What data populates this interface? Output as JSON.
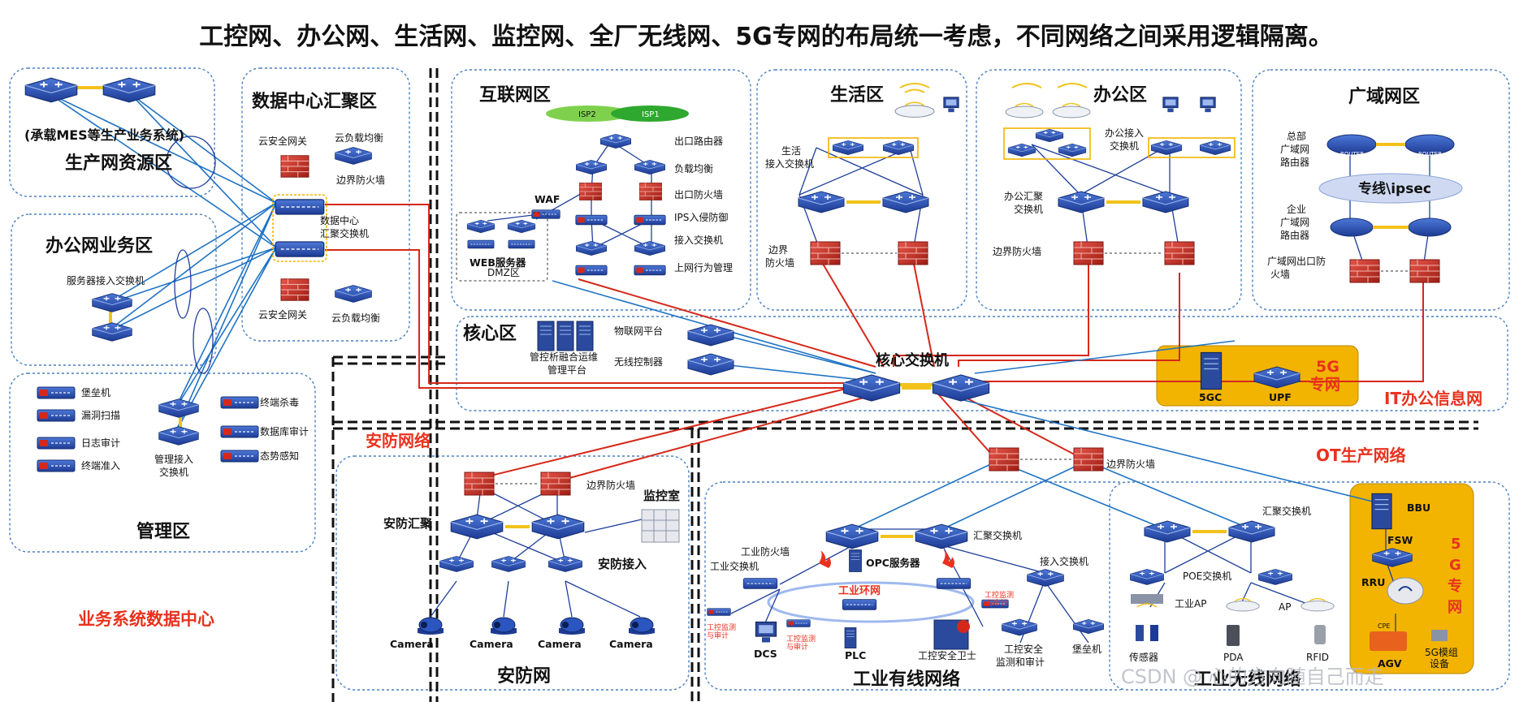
{
  "title": "工控网、办公网、生活网、监控网、全厂无线网、5G专网的布局统一考虑，不同网络之间采用逻辑隔离。",
  "zones": {
    "production_resource": {
      "title": "生产网资源区",
      "subtitle": "(承载MES等生产业务系统)"
    },
    "office_business": {
      "title": "办公网业务区",
      "server_switch": "服务器接入交换机"
    },
    "management": {
      "title": "管理区",
      "items": [
        "堡垒机",
        "漏洞扫描",
        "日志审计",
        "终端准入"
      ],
      "items2": [
        "终端杀毒",
        "数据库审计",
        "态势感知"
      ],
      "mgmt_switch": [
        "管理接入",
        "交换机"
      ]
    },
    "datacenter": {
      "title": "数据中心汇聚区",
      "cloud_gw1": "云安全网关",
      "cloud_lb1": "云负载均衡",
      "border_fw": "边界防火墙",
      "core_sw": [
        "数据中心",
        "汇聚交换机"
      ],
      "cloud_gw2": "云安全网关",
      "cloud_lb2": "云负载均衡"
    },
    "bottom_label": "业务系统数据中心",
    "internet": {
      "title": "互联网区",
      "isp2": "ISP2",
      "isp1": "ISP1",
      "items": [
        "出口路由器",
        "负载均衡",
        "出口防火墙",
        "IPS入侵防御",
        "接入交换机",
        "上网行为管理"
      ],
      "waf": "WAF",
      "web": "WEB服务器",
      "dmz": "DMZ区"
    },
    "living": {
      "title": "生活区",
      "access": [
        "生活",
        "接入交换机"
      ],
      "fw": [
        "边界",
        "防火墙"
      ]
    },
    "office": {
      "title": "办公区",
      "access": [
        "办公接入",
        "交换机"
      ],
      "agg": [
        "办公汇聚",
        "交换机"
      ],
      "fw": "边界防火墙"
    },
    "wan": {
      "title": "广域网区",
      "hq": [
        "总部",
        "广域网",
        "路由器"
      ],
      "line": "专线\\ipsec",
      "ent": [
        "企业",
        "广域网",
        "路由器"
      ],
      "fw": [
        "广域网出口防",
        "火墙"
      ],
      "router_tag": "ROUTER"
    },
    "core": {
      "title": "核心区",
      "mgmt_platform": [
        "管控析融合运维",
        "管理平台"
      ],
      "iot": "物联网平台",
      "wlc": "无线控制器",
      "core_switch": "核心交换机"
    },
    "fiveg_core": {
      "c5gc": "5GC",
      "upf": "UPF",
      "label": [
        "5G",
        "专网"
      ]
    },
    "it_label": "IT办公信息网",
    "ot_label": "OT生产网络",
    "security": {
      "title": "安防网络",
      "zone_title": "安防网",
      "agg": "安防汇聚",
      "fw": "边界防火墙",
      "monitor": "监控室",
      "access": "安防接入",
      "camera": "Camera"
    },
    "industrial": {
      "title": "工业有线网络",
      "fw_label": "边界防火墙",
      "agg_label": "汇聚交换机",
      "ind_fw": "工业防火墙",
      "ind_sw": "工业交换机",
      "opc": "OPC服务器",
      "ring": "工业环网",
      "access": "接入交换机",
      "audit1": [
        "工控监测",
        "与审计"
      ],
      "audit2": [
        "工控监测",
        "与审计"
      ],
      "audit3": [
        "工控监测",
        "与审计"
      ],
      "dcs": "DCS",
      "plc": "PLC",
      "guard": "工控安全卫士",
      "monitor_audit": [
        "工控安全",
        "监测和审计"
      ],
      "bastion": "堡垒机"
    },
    "wireless": {
      "title": "工业无线网络",
      "agg": "汇聚交换机",
      "poe": "POE交换机",
      "iap": "工业AP",
      "ap": "AP",
      "sensor": "传感器",
      "pda": "PDA",
      "rfid": "RFID"
    },
    "fiveg_private": {
      "bbu": "BBU",
      "fsw": "FSW",
      "rru": "RRU",
      "label": [
        "5",
        "G",
        "专",
        "网"
      ],
      "cpe": "CPE",
      "agv": "AGV",
      "module": [
        "5G模组",
        "设备"
      ]
    }
  },
  "watermark": "CSDN @ 心的方向随自己而走",
  "colors": {
    "zone_border": "#4a7fc1",
    "red_line": "#d6281a",
    "blue_line": "#1f73c4",
    "highlight": "#f2b400",
    "device": "#2a4aa8",
    "firewall": "#c92a1c"
  }
}
